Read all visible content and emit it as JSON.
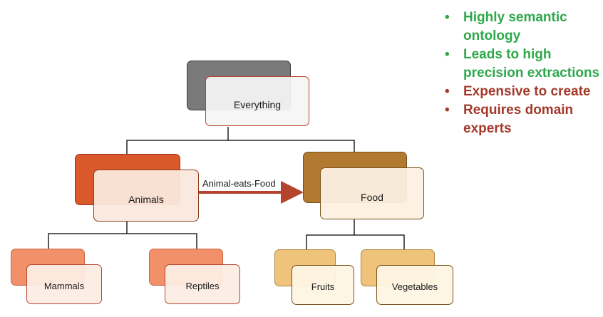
{
  "diagram": {
    "root": {
      "label": "Everything"
    },
    "level1": [
      {
        "id": "animals",
        "label": "Animals"
      },
      {
        "id": "food",
        "label": "Food"
      }
    ],
    "leaves": [
      {
        "id": "mammals",
        "label": "Mammals"
      },
      {
        "id": "reptiles",
        "label": "Reptiles"
      },
      {
        "id": "fruits",
        "label": "Fruits"
      },
      {
        "id": "vegetables",
        "label": "Vegetables"
      }
    ],
    "relation": {
      "label": "Animal-eats-Food",
      "color": "#b5442f"
    }
  },
  "colors": {
    "pro": "#2ea84a",
    "con": "#a3392b",
    "connector": "#000000"
  },
  "bullets": [
    {
      "text": "Highly semantic ontology",
      "kind": "pro"
    },
    {
      "text": "Leads to high precision extractions",
      "kind": "pro"
    },
    {
      "text": "Expensive to create",
      "kind": "con"
    },
    {
      "text": "Requires domain experts",
      "kind": "con"
    }
  ],
  "bullet_glyph": "•"
}
